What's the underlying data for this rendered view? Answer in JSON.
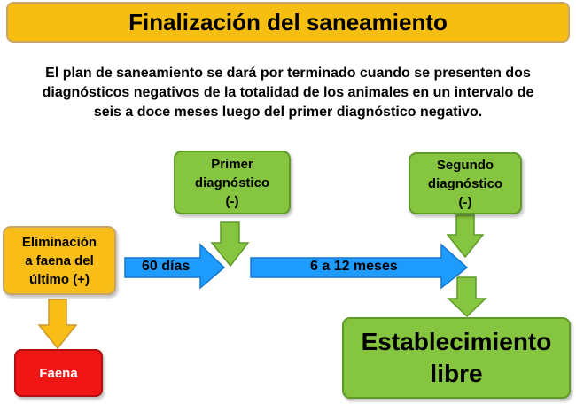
{
  "title": "Finalización del saneamiento",
  "description": "El plan de saneamiento se dará por terminado cuando se presenten dos\ndiagnósticos negativos de la totalidad de los animales en un intervalo de\nseis a doce meses luego del primer diagnóstico negativo.",
  "nodes": {
    "primer": "Primer\ndiagnóstico\n(-)",
    "segundo": "Segundo\ndiagnóstico\n(-)",
    "eliminacion": "Eliminación\na faena del\núltimo (+)",
    "faena": "Faena",
    "establecimiento": "Establecimiento\nlibre"
  },
  "arrows": {
    "sixty": "60 días",
    "six_twelve": "6 a 12 meses"
  },
  "colors": {
    "title_fill": "#f7be12",
    "green_box": "#86c540",
    "orange_box": "#f8bd16",
    "red_box": "#f01616",
    "blue_arrow": "#1e9bff",
    "green_arrow": "#86c540",
    "orange_arrow": "#f8bd16"
  }
}
